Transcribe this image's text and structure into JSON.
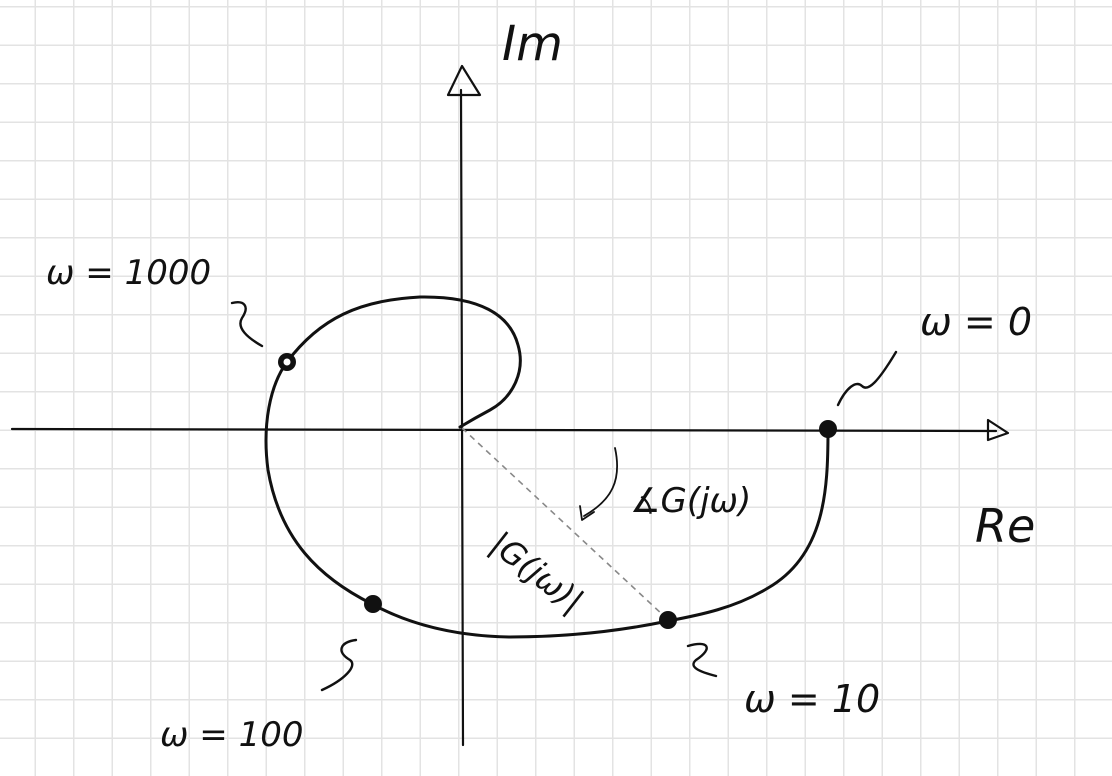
{
  "axes": {
    "imaginary_label": "Im",
    "real_label": "Re"
  },
  "points": [
    {
      "label": "ω = 0"
    },
    {
      "label": "ω = 10"
    },
    {
      "label": "ω = 100"
    },
    {
      "label": "ω = 1000"
    }
  ],
  "annotations": {
    "magnitude": "|G(jω)|",
    "phase": "∡G(jω)"
  },
  "colors": {
    "ink": "#111111",
    "grid": "#e3e3e3",
    "dashed_vector": "#888888"
  }
}
